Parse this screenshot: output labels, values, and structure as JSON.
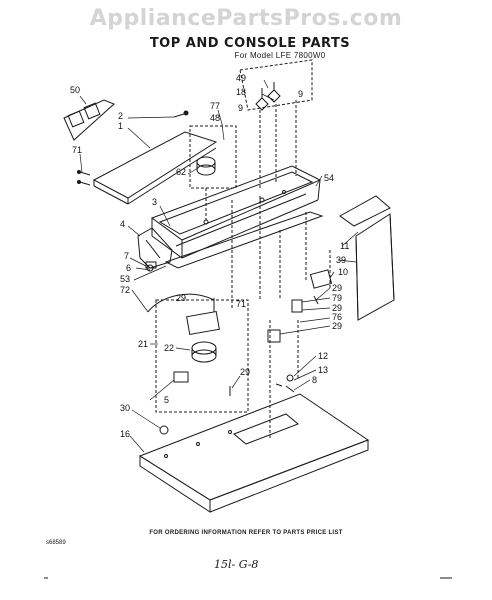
{
  "watermark": "AppliancePartsPros.com",
  "title": "TOP AND CONSOLE PARTS",
  "subtitle": "For Model LFE 7800W0",
  "footer": "FOR ORDERING INFORMATION REFER TO PARTS PRICE LIST",
  "small_code": "s68589",
  "handwritten": "15l- G-8",
  "callouts": {
    "c50": "50",
    "c2": "2",
    "c1": "1",
    "c71a": "71",
    "c77": "77",
    "c48": "48",
    "c62": "62",
    "c3": "3",
    "c4": "4",
    "c7": "7",
    "c6": "6",
    "c53": "53",
    "c72": "72",
    "c29a": "29",
    "c71b": "71",
    "c49": "49",
    "c18": "18",
    "c9a": "9",
    "c9b": "9",
    "c54": "54",
    "c11": "11",
    "c39": "39",
    "c10": "10",
    "c29b": "29",
    "c79": "79",
    "c29c": "29",
    "c76": "76",
    "c29d": "29",
    "c21": "21",
    "c22": "22",
    "c5": "5",
    "c29e": "29",
    "c12": "12",
    "c13": "13",
    "c8": "8",
    "c30": "30",
    "c16": "16"
  },
  "colors": {
    "ink": "#1a1a1a",
    "watermark": "#d4d4d4"
  }
}
